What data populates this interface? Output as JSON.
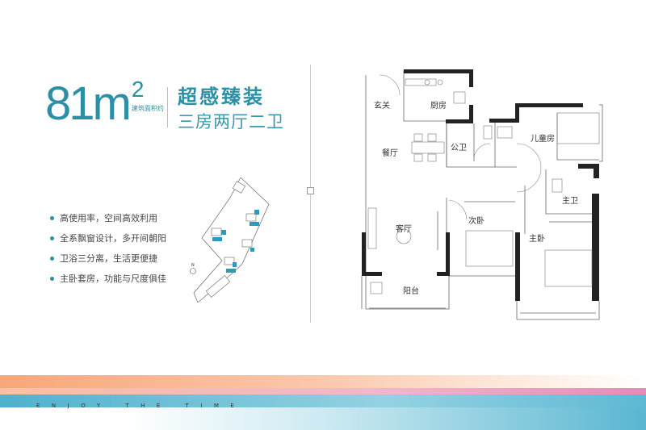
{
  "header": {
    "area_value": "81m",
    "area_superscript": "2",
    "area_label": "建筑面积约",
    "slogan": "超感臻装",
    "layout": "三房两厅二卫"
  },
  "features": [
    "高使用率，空间高效利用",
    "全系飘窗设计，多开间朝阳",
    "卫浴三分离，生活更便捷",
    "主卧套房，功能与尺度俱佳"
  ],
  "floorplan": {
    "rooms": {
      "entrance": "玄关",
      "kitchen": "厨房",
      "dining": "餐厅",
      "public_bath": "公卫",
      "kids_room": "儿童房",
      "master_bath": "主卫",
      "second_bedroom": "次卧",
      "living": "客厅",
      "master_bedroom": "主卧",
      "balcony": "阳台"
    }
  },
  "site_plan": {
    "north": "N"
  },
  "footer": {
    "tagline": "ENJOY THE TIME"
  },
  "colors": {
    "accent": "#2b8fa6",
    "orange": "#f7a77a",
    "pink": "#e48cb6",
    "blue": "#4fb1cc"
  }
}
